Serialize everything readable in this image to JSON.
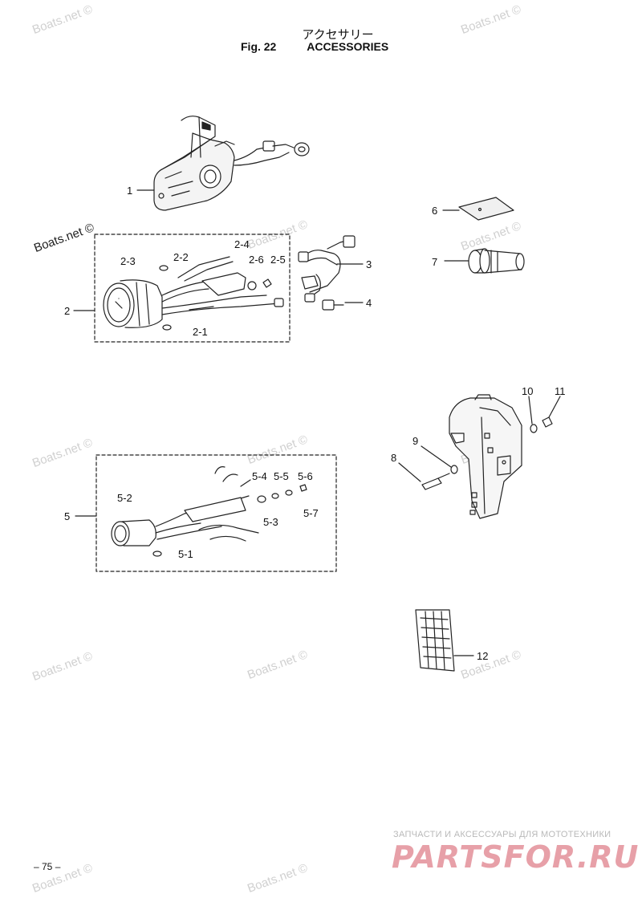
{
  "header": {
    "title_jp": "アクセサリー",
    "fig_number": "Fig. 22",
    "fig_title": "ACCESSORIES"
  },
  "watermark": "Boats.net ©",
  "page_number": "– 75 –",
  "brand": {
    "tagline": "ЗАПЧАСТИ И АКСЕССУАРЫ ДЛЯ МОТОТЕХНИКИ",
    "logo_text": "PARTSFOR.RU",
    "logo_color": "#e7a0a8"
  },
  "callouts": {
    "c1": "1",
    "c2": "2",
    "c2_1": "2-1",
    "c2_2": "2-2",
    "c2_3": "2-3",
    "c2_4": "2-4",
    "c2_5": "2-5",
    "c2_6": "2-6",
    "c3": "3",
    "c4": "4",
    "c5": "5",
    "c5_1": "5-1",
    "c5_2": "5-2",
    "c5_3": "5-3",
    "c5_4": "5-4",
    "c5_5": "5-5",
    "c5_6": "5-6",
    "c5_7": "5-7",
    "c6": "6",
    "c7": "7",
    "c8": "8",
    "c9": "9",
    "c10": "10",
    "c11": "11",
    "c12": "12"
  }
}
